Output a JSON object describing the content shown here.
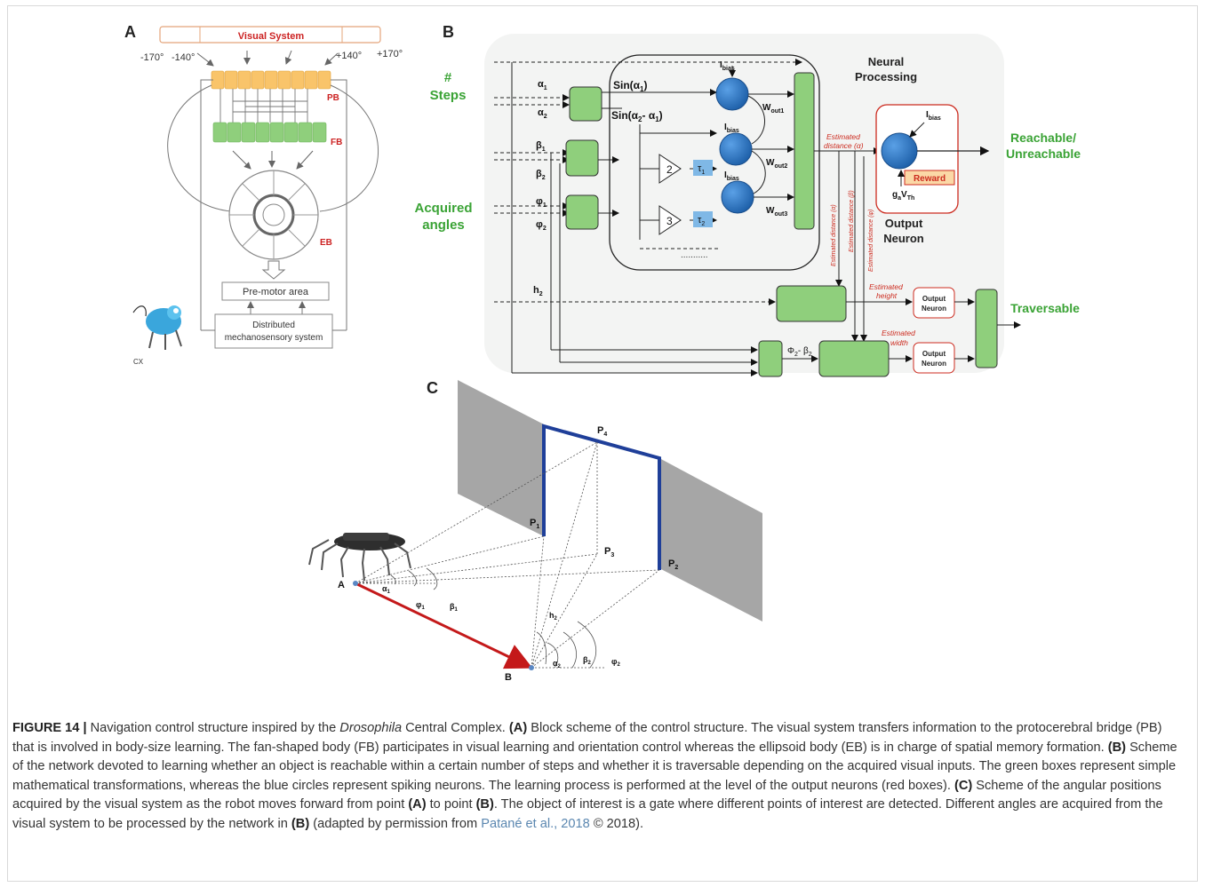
{
  "panels": {
    "a": {
      "label": "A",
      "visual_system": "Visual System",
      "angles": [
        "-170°",
        "-140°",
        "+140°",
        "+170°"
      ],
      "pb": "PB",
      "fb": "FB",
      "eb": "EB",
      "premotor": "Pre-motor area",
      "mechano_line1": "Distributed",
      "mechano_line2": "mechanosensory system",
      "robot_label": "CX"
    },
    "b": {
      "label": "B",
      "steps_hash": "#",
      "steps": "Steps",
      "acquired1": "Acquired",
      "acquired2": "angles",
      "alpha1": "α",
      "alpha1_sub": "1",
      "alpha2": "α",
      "alpha2_sub": "2",
      "beta1": "β",
      "beta1_sub": "1",
      "beta2": "β",
      "beta2_sub": "2",
      "phi1": "φ",
      "phi1_sub": "1",
      "phi2": "φ",
      "phi2_sub": "2",
      "h2": "h",
      "h2_sub": "2",
      "sin1": "Sin(α",
      "sin1_sub": "1",
      "sin1_end": ")",
      "sin2": "Sin(α",
      "sin2_sub": "2",
      "sin2_mid": "- α",
      "sin2_sub2": "1",
      "sin2_end": ")",
      "ibias": "I",
      "ibias_sub": "bias",
      "wout1": "W",
      "wout1_sub": "out1",
      "wout2": "W",
      "wout2_sub": "out2",
      "wout3": "W",
      "wout3_sub": "out3",
      "tau1": "τ",
      "tau1_sub": "1",
      "tau2": "τ",
      "tau2_sub": "2",
      "delay2": "2",
      "delay3": "3",
      "neural1": "Neural",
      "neural2": "Processing",
      "est_dist1": "Estimated",
      "est_dist2": "distance (α)",
      "est_beta": "Estimated distance (β)",
      "est_alpha": "Estimated distance (α)",
      "est_phi": "Estimated distance (φ)",
      "reward": "Reward",
      "ga": "g",
      "ga_sub": "a",
      "vth": "V",
      "vth_sub": "Th",
      "output_neuron1": "Output",
      "output_neuron2": "Neuron",
      "reachable1": "Reachable/",
      "reachable2": "Unreachable",
      "est_height1": "Estimated",
      "est_height2": "height",
      "est_width1": "Estimated",
      "est_width2": "width",
      "out_small1": "Output",
      "out_small2": "Neuron",
      "phi_beta": "Φ",
      "phi_beta_sub": "2",
      "phi_beta_mid": "- β",
      "phi_beta_sub2": "2",
      "traversable": "Traversable",
      "dots": "..........."
    },
    "c": {
      "label": "C",
      "p1": "P",
      "p1_sub": "1",
      "p2": "P",
      "p2_sub": "2",
      "p3": "P",
      "p3_sub": "3",
      "p4": "P",
      "p4_sub": "4",
      "a": "A",
      "b": "B",
      "alpha1": "α",
      "alpha1_sub": "1",
      "phi1": "φ",
      "phi1_sub": "1",
      "beta1": "β",
      "beta1_sub": "1",
      "h2": "h",
      "h2_sub": "2",
      "alpha2": "α",
      "alpha2_sub": "2",
      "beta2": "β",
      "beta2_sub": "2",
      "phi2": "φ",
      "phi2_sub": "2"
    }
  },
  "caption": {
    "fig": "FIGURE 14",
    "sep": " | ",
    "t1": "Navigation control structure inspired by the ",
    "drosophila": "Drosophila",
    "t2": " Central Complex. ",
    "a": "(A)",
    "t3": " Block scheme of the control structure. The visual system transfers information to the protocerebral bridge (PB) that is involved in body-size learning. The fan-shaped body (FB) participates in visual learning and orientation control whereas the ellipsoid body (EB) is in charge of spatial memory formation. ",
    "b": "(B)",
    "t4": " Scheme of the network devoted to learning whether an object is reachable within a certain number of steps and whether it is traversable depending on the acquired visual inputs. The green boxes represent simple mathematical transformations, whereas the blue circles represent spiking neurons. The learning process is performed at the level of the output neurons (red boxes). ",
    "c": "(C)",
    "t5": " Scheme of the angular positions acquired by the visual system as the robot moves forward from point ",
    "a2": "(A)",
    "t6": " to point ",
    "b2": "(B)",
    "t7": ". The object of interest is a gate where different points of interest are detected. Different angles are acquired from the visual system to be processed by the network in ",
    "b3": "(B)",
    "t8": " (adapted by permission from ",
    "ref": "Patané et al., 2018",
    "t9": " © 2018)."
  },
  "colors": {
    "green_box": "#8fcf7c",
    "green_text": "#3aa335",
    "neuron_blue": "#2f78c4",
    "red_label": "#cc2b1f",
    "pb_orange": "#f9c46a",
    "wall_gray": "#a6a6a6",
    "gate_blue": "#1f3f99",
    "path_red": "#c4191a"
  }
}
